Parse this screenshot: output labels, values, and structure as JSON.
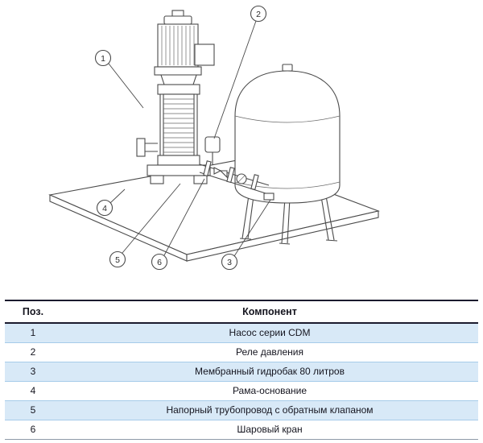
{
  "diagram": {
    "callouts": [
      {
        "label": "1"
      },
      {
        "label": "2"
      },
      {
        "label": "3"
      },
      {
        "label": "4"
      },
      {
        "label": "5"
      },
      {
        "label": "6"
      }
    ]
  },
  "table": {
    "headers": {
      "pos": "Поз.",
      "component": "Компонент"
    },
    "rows": [
      {
        "pos": "1",
        "component": "Насос серии CDM"
      },
      {
        "pos": "2",
        "component": "Реле давления"
      },
      {
        "pos": "3",
        "component": "Мембранный гидробак 80 литров"
      },
      {
        "pos": "4",
        "component": "Рама-основание"
      },
      {
        "pos": "5",
        "component": "Напорный трубопровод с обратным клапаном"
      },
      {
        "pos": "6",
        "component": "Шаровый кран"
      }
    ]
  },
  "colors": {
    "row_highlight": "#d8e9f7",
    "row_border": "#a6cbe9",
    "header_border": "#1b1b2e",
    "text": "#15151f",
    "line_art": "#4a4a4a"
  }
}
